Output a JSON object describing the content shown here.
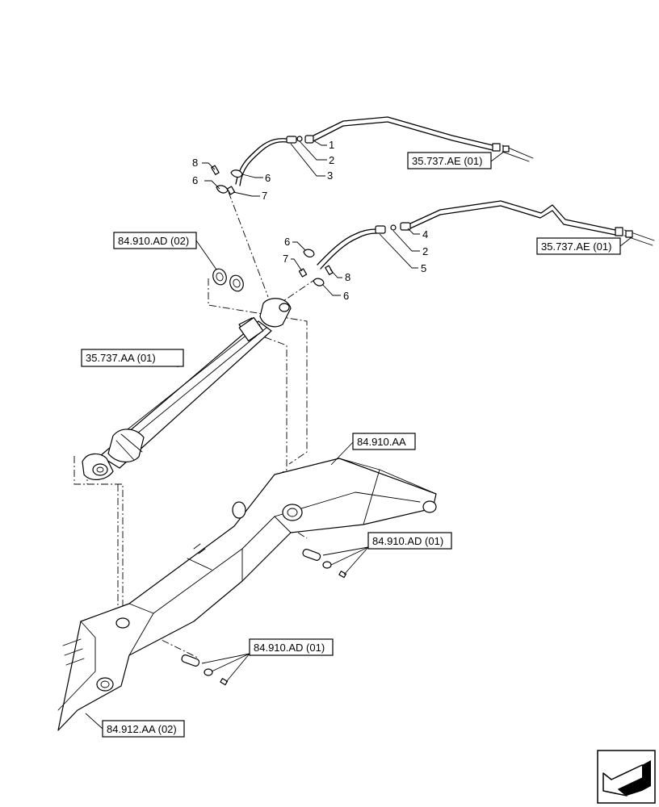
{
  "references": {
    "hose_upper_ref": "35.737.AE (01)",
    "hose_lower_ref": "35.737.AE (01)",
    "pin_top_ref": "84.910.AD (02)",
    "cylinder_ref": "35.737.AA (01)",
    "boom_ref": "84.910.AA",
    "pin_boom_ref": "84.910.AD (01)",
    "pin_base_ref": "84.910.AD (01)",
    "base_ref": "84.912.AA (02)"
  },
  "callouts": {
    "upper": {
      "c1": "1",
      "c2": "2",
      "c3": "3",
      "c6a": "6",
      "c6b": "6",
      "c7": "7",
      "c8": "8"
    },
    "lower": {
      "c4": "4",
      "c2": "2",
      "c5": "5",
      "c6a": "6",
      "c6b": "6",
      "c7": "7",
      "c8": "8"
    }
  }
}
